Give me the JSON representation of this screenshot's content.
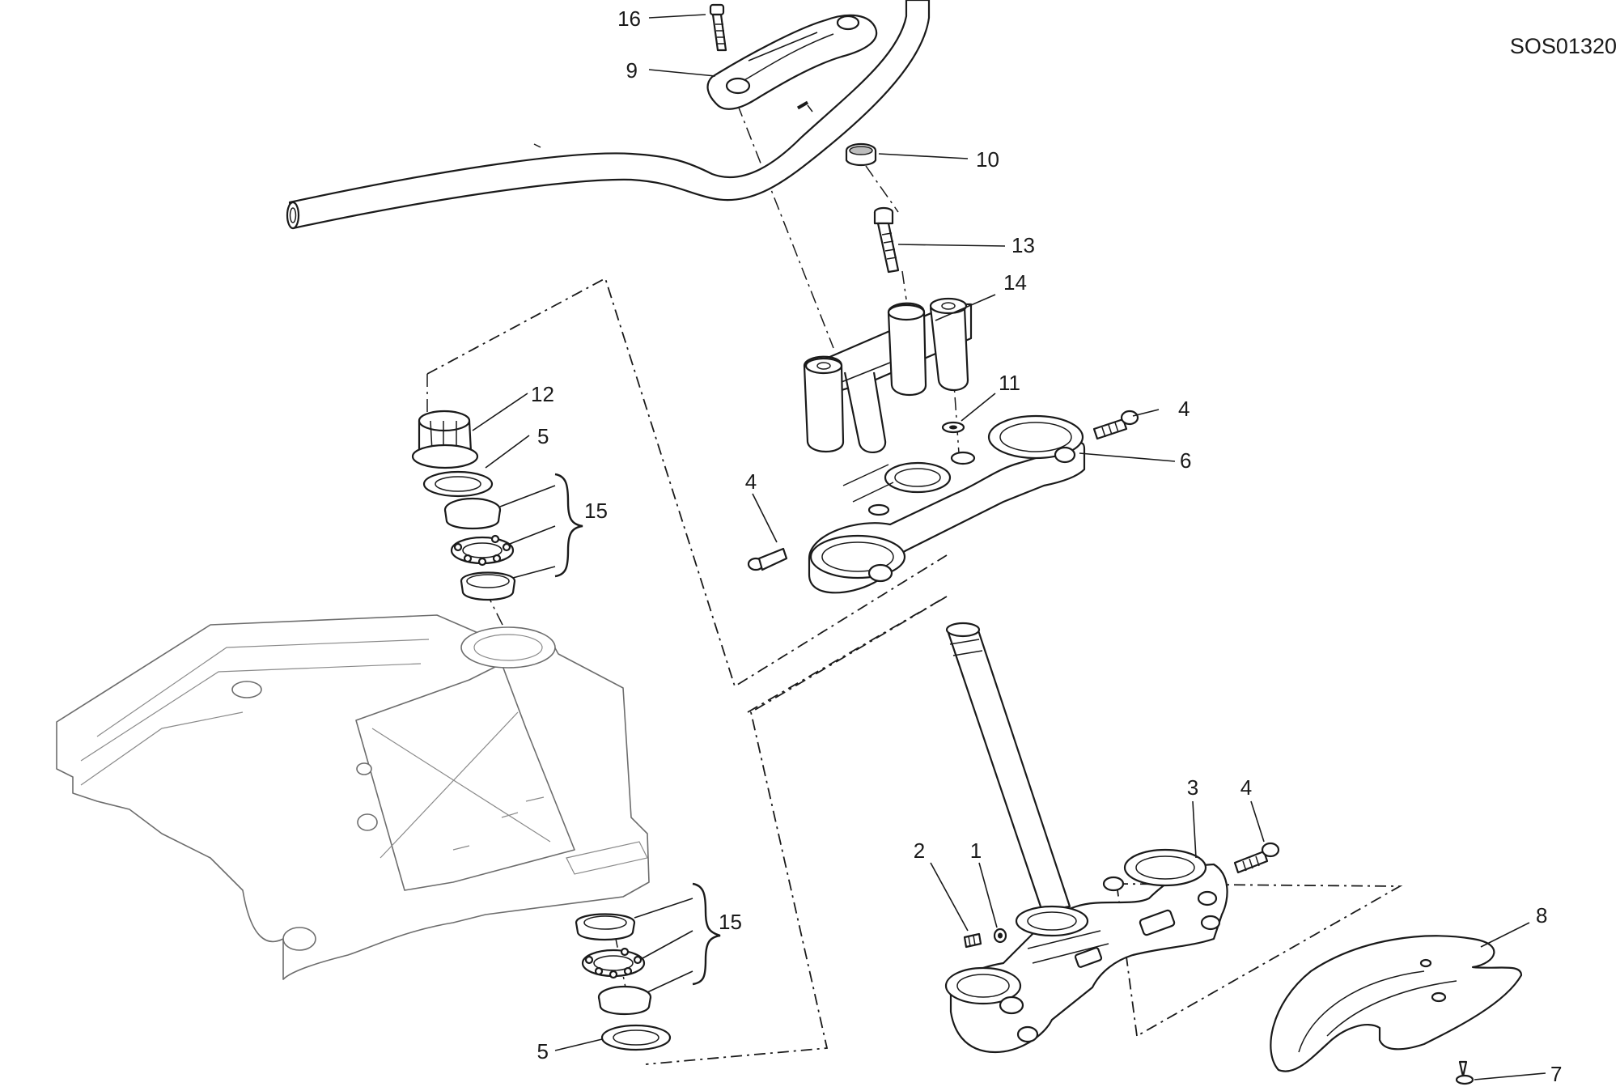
{
  "diagram": {
    "code": "SOS01320",
    "callouts": [
      {
        "id": "16",
        "text": "16"
      },
      {
        "id": "9",
        "text": "9"
      },
      {
        "id": "10",
        "text": "10"
      },
      {
        "id": "13",
        "text": "13"
      },
      {
        "id": "14",
        "text": "14"
      },
      {
        "id": "12",
        "text": "12"
      },
      {
        "id": "5a",
        "text": "5"
      },
      {
        "id": "15a",
        "text": "15"
      },
      {
        "id": "11",
        "text": "11"
      },
      {
        "id": "4a",
        "text": "4"
      },
      {
        "id": "4b",
        "text": "4"
      },
      {
        "id": "6",
        "text": "6"
      },
      {
        "id": "3",
        "text": "3"
      },
      {
        "id": "4c",
        "text": "4"
      },
      {
        "id": "2",
        "text": "2"
      },
      {
        "id": "1",
        "text": "1"
      },
      {
        "id": "8",
        "text": "8"
      },
      {
        "id": "15b",
        "text": "15"
      },
      {
        "id": "5b",
        "text": "5"
      },
      {
        "id": "7",
        "text": "7"
      }
    ]
  }
}
